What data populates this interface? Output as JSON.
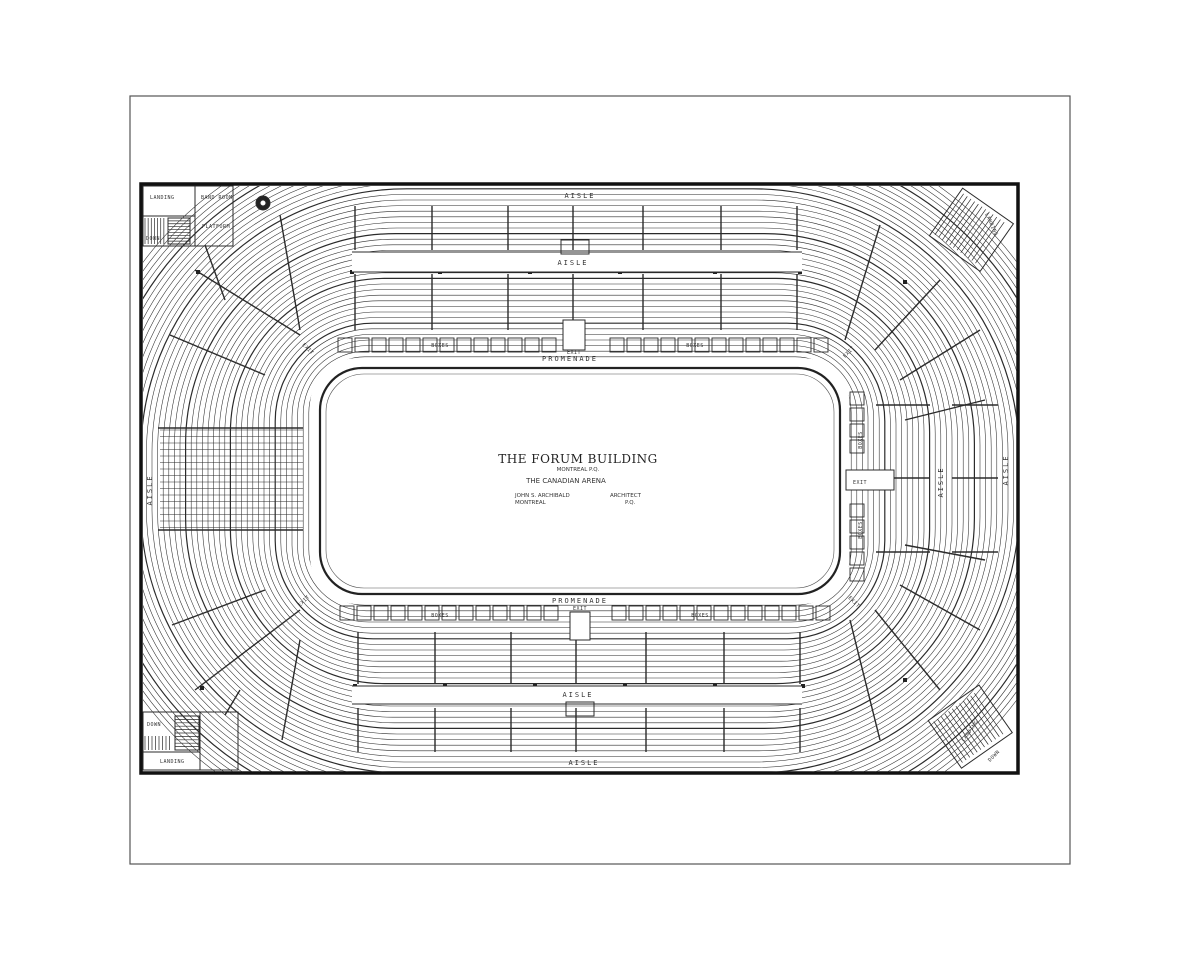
{
  "plan": {
    "title": "THE FORUM BUILDING",
    "subtitle": "MONTREAL P.Q.",
    "arena_line": "THE CANADIAN ARENA",
    "architect_name": "JOHN S. ARCHIBALD",
    "architect_city": "MONTREAL",
    "architect_role": "ARCHITECT",
    "architect_prov": "P.Q."
  },
  "labels": {
    "aisle": "AISLE",
    "exit": "EXIT",
    "promenade": "PROMENADE",
    "boxes": "BOXES",
    "landing": "LANDING",
    "band_room": "BAND ROOM",
    "platform": "PLATFORM",
    "down": "DOWN"
  },
  "colors": {
    "ink": "#2b2b2b",
    "paper": "#ffffff"
  }
}
